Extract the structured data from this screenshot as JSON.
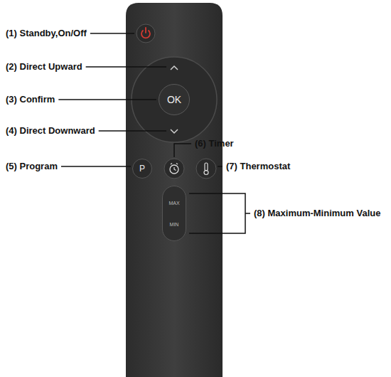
{
  "diagram": {
    "nodes": [
      {
        "text": [
          "OK"
        ]
      },
      {
        "text": [
          "P"
        ]
      },
      {
        "text": [
          "MAX",
          "MIN"
        ]
      }
    ],
    "labels": [
      "(1) Standby,On/Off",
      "(2) Direct Upward",
      "(3) Confirm",
      "(4) Direct Downward",
      "(5) Program",
      "(6) Timer",
      "(7) Thermostat",
      "(8) Maximum-Minimum Value"
    ]
  }
}
